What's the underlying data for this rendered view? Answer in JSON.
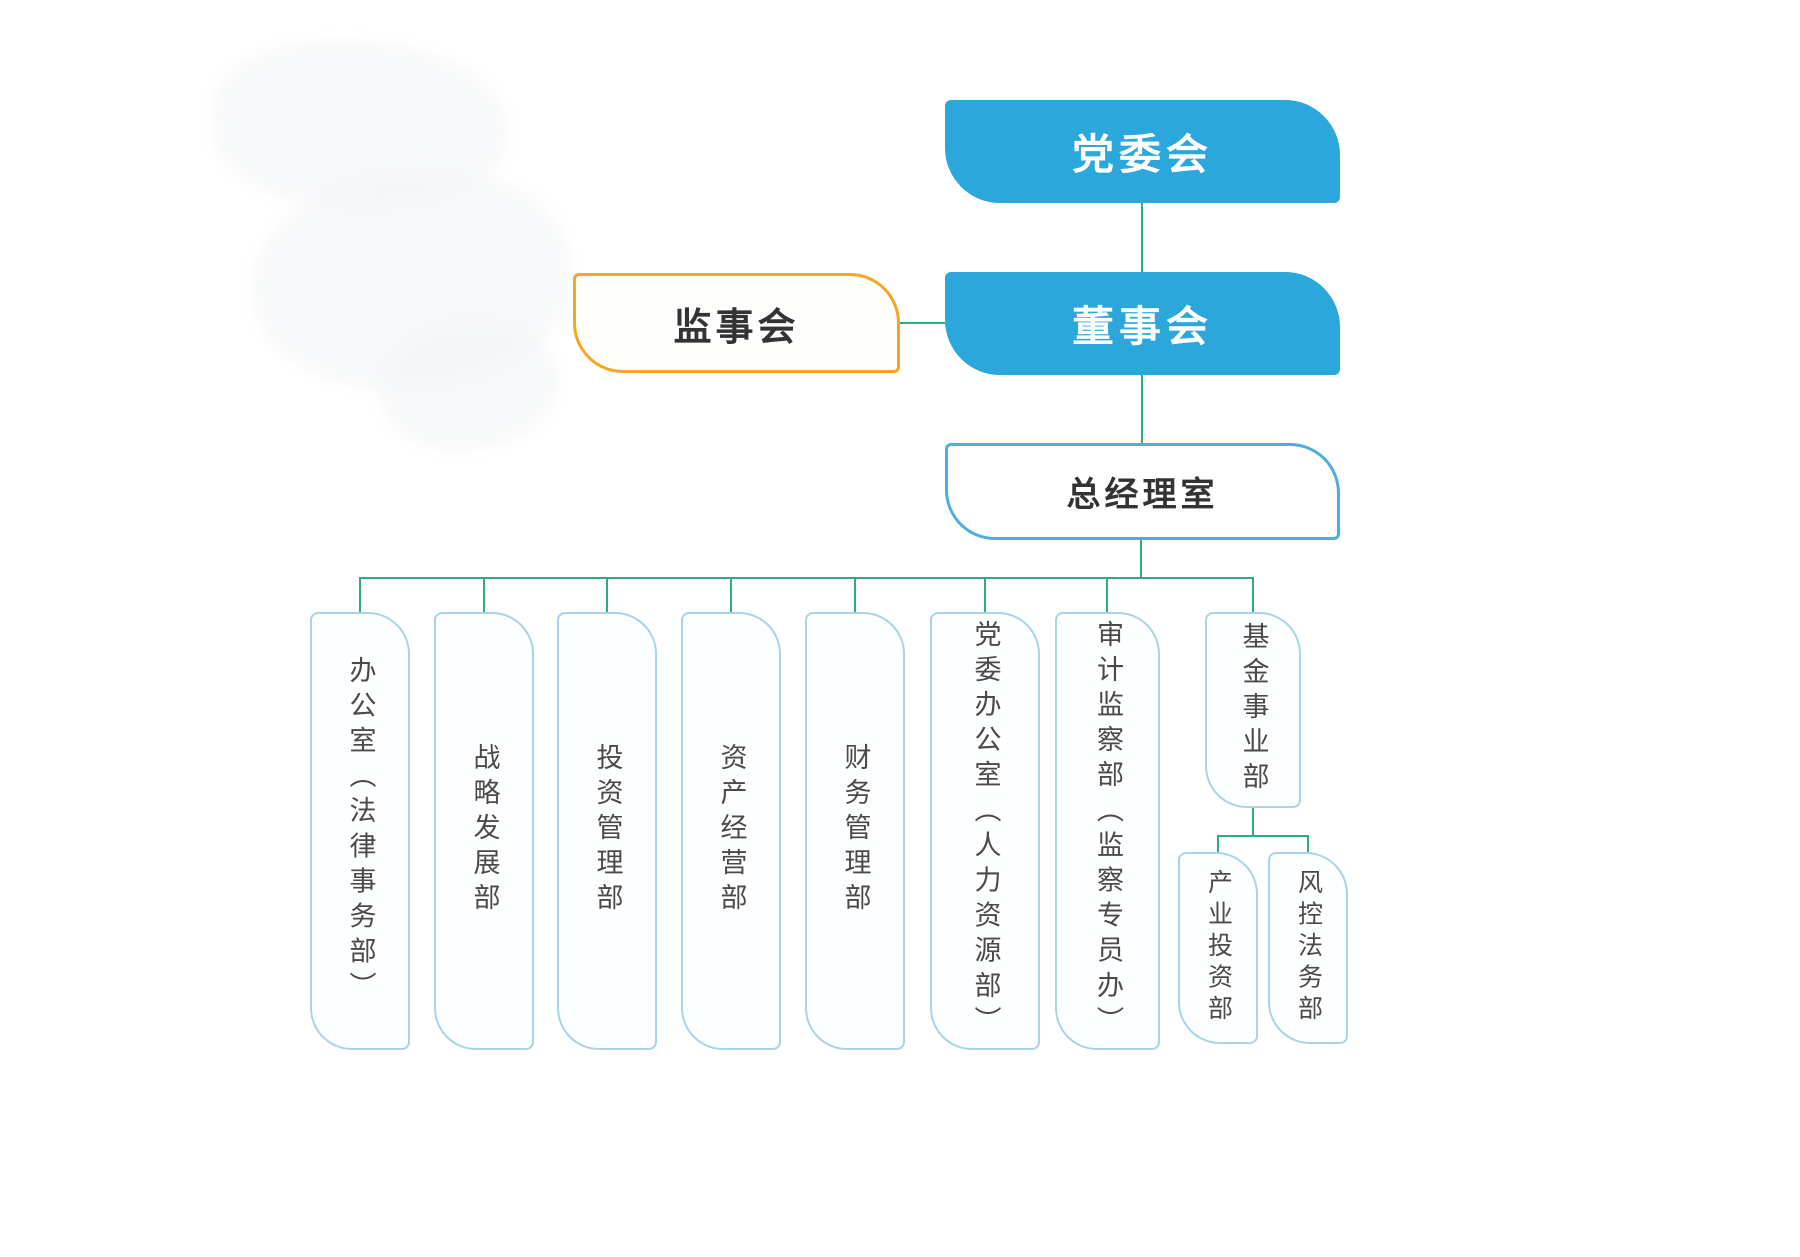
{
  "colors": {
    "node-blue": "#2BA7DB",
    "connector": "#2FA98C",
    "orange": "#F5A623",
    "outline-blue": "#4FADDC",
    "child-border": "#A9D3E8",
    "child-bg": "#FDFEFF",
    "text-dark": "#333333",
    "child-text": "#4A4A4A"
  },
  "nodes": {
    "party_committee": {
      "label": "党委会"
    },
    "board": {
      "label": "董事会"
    },
    "supervisory": {
      "label": "监事会"
    },
    "gm_office": {
      "label": "总经理室"
    }
  },
  "departments": [
    {
      "label": "办公室（法律事务部）"
    },
    {
      "label": "战略发展部"
    },
    {
      "label": "投资管理部"
    },
    {
      "label": "资产经营部"
    },
    {
      "label": "财务管理部"
    },
    {
      "label": "党委办公室（人力资源部）"
    },
    {
      "label": "审计监察部（监察专员办）"
    },
    {
      "label": "基金事业部"
    }
  ],
  "sub_departments": [
    {
      "label": "产业投资部"
    },
    {
      "label": "风控法务部"
    }
  ]
}
